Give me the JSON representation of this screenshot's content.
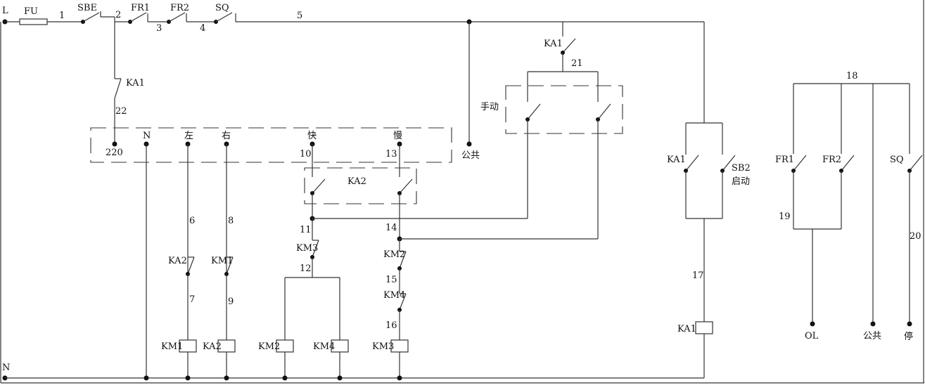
{
  "rails": {
    "line": "L",
    "neutral": "N"
  },
  "wire_numbers": {
    "w1": "1",
    "w2": "2",
    "w3": "3",
    "w4": "4",
    "w5": "5",
    "w6": "6",
    "w7": "7",
    "w8": "8",
    "w9": "9",
    "w10": "10",
    "w11": "11",
    "w12": "12",
    "w13": "13",
    "w14": "14",
    "w15": "15",
    "w16": "16",
    "w17": "17",
    "w18": "18",
    "w19": "19",
    "w20": "20",
    "w21": "21",
    "w22": "22"
  },
  "components": {
    "fuse": "FU",
    "sbe": "SBE",
    "fr1": "FR1",
    "fr2": "FR2",
    "sq": "SQ",
    "ka1_top": "KA1",
    "ka1_nc": "KA1",
    "manual": "手动",
    "ka1_hold": "KA1",
    "sb2": "SB2",
    "start": "启动",
    "ka2_contacts": "KA2",
    "ka2_nc": "KA2",
    "km1_nc": "KM1",
    "km3_nc": "KM3",
    "km2_nc": "KM2",
    "km4_nc": "KM4",
    "coil_km1": "KM1",
    "coil_ka2": "KA2",
    "coil_km2": "KM2",
    "coil_km4": "KM4",
    "coil_km3": "KM3",
    "coil_ka1": "KA1",
    "fr1_right": "FR1",
    "fr2_right": "FR2",
    "sq_right": "SQ"
  },
  "terminals": {
    "t220": "220",
    "tn": "N",
    "left": "左",
    "right": "右",
    "fast": "快",
    "slow": "慢",
    "common_top": "公共",
    "ol": "OL",
    "common_bottom": "公共",
    "stop": "停"
  }
}
